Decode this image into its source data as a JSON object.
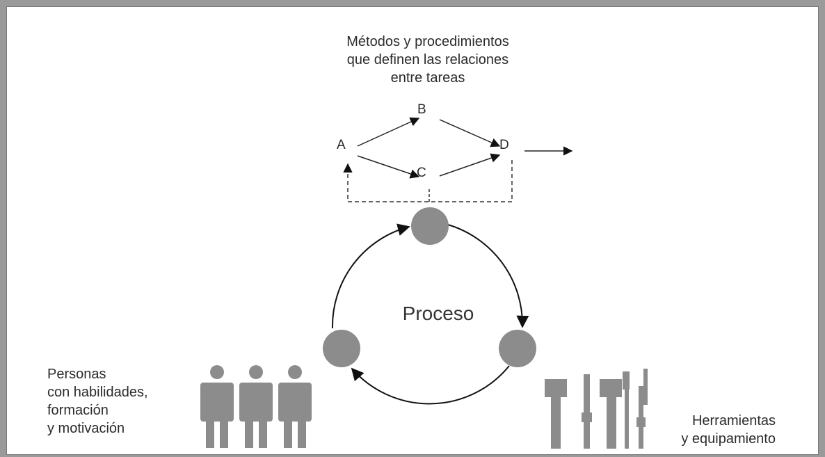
{
  "top_label": [
    "Métodos y procedimientos",
    "que definen las relaciones",
    "entre tareas"
  ],
  "nodes": {
    "a": "A",
    "b": "B",
    "c": "C",
    "d": "D"
  },
  "center_label": "Proceso",
  "people_label": [
    "Personas",
    "con habilidades,",
    "formación",
    "y motivación"
  ],
  "tools_label": [
    "Herramientas",
    "y equipamiento"
  ],
  "colors": {
    "circle_fill": "#8c8c8c",
    "icon_fill": "#8c8c8c",
    "line": "#222222",
    "text": "#2b2b2b"
  }
}
